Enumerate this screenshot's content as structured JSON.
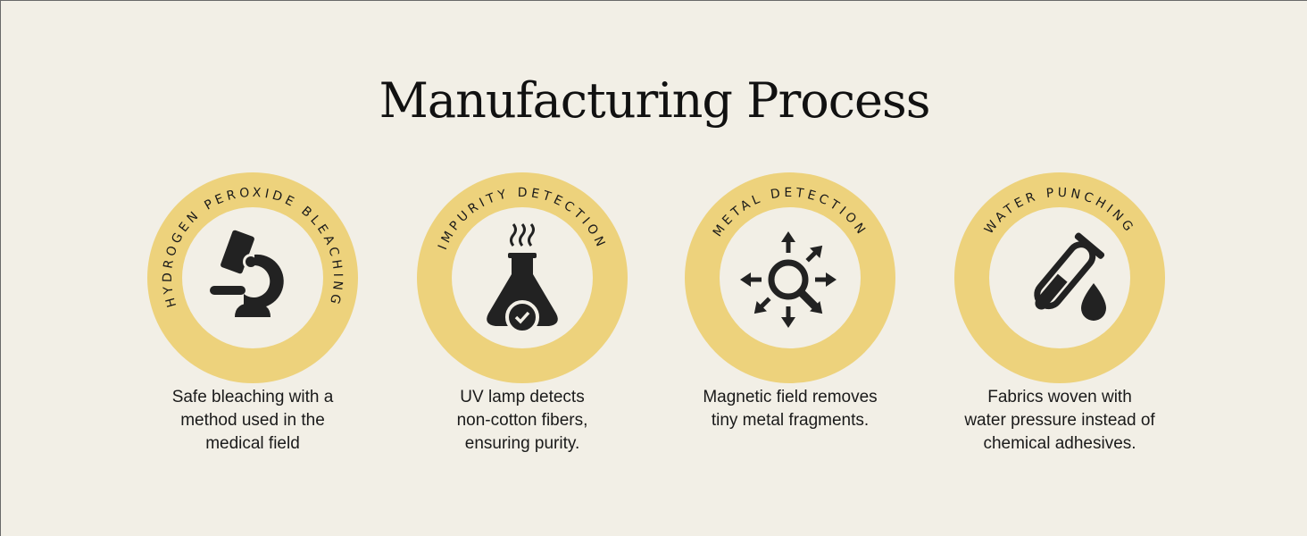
{
  "title": "Manufacturing Process",
  "colors": {
    "background": "#f2efe6",
    "ring": "#edd27c",
    "icon": "#222222"
  },
  "steps": [
    {
      "label": "HYDROGEN PEROXIDE BLEACHING",
      "icon": "microscope-icon",
      "description": [
        "Safe bleaching with a",
        "method used in the",
        "medical field"
      ]
    },
    {
      "label": "IMPURITY DETECTION",
      "icon": "flask-check-icon",
      "description": [
        "UV lamp detects",
        "non-cotton fibers,",
        "ensuring purity."
      ]
    },
    {
      "label": "METAL DETECTION",
      "icon": "magnifier-arrows-icon",
      "description": [
        "Magnetic field removes",
        "tiny metal fragments."
      ]
    },
    {
      "label": "WATER PUNCHING",
      "icon": "test-tube-drop-icon",
      "description": [
        "Fabrics woven with",
        "water pressure instead of",
        "chemical adhesives."
      ]
    }
  ]
}
